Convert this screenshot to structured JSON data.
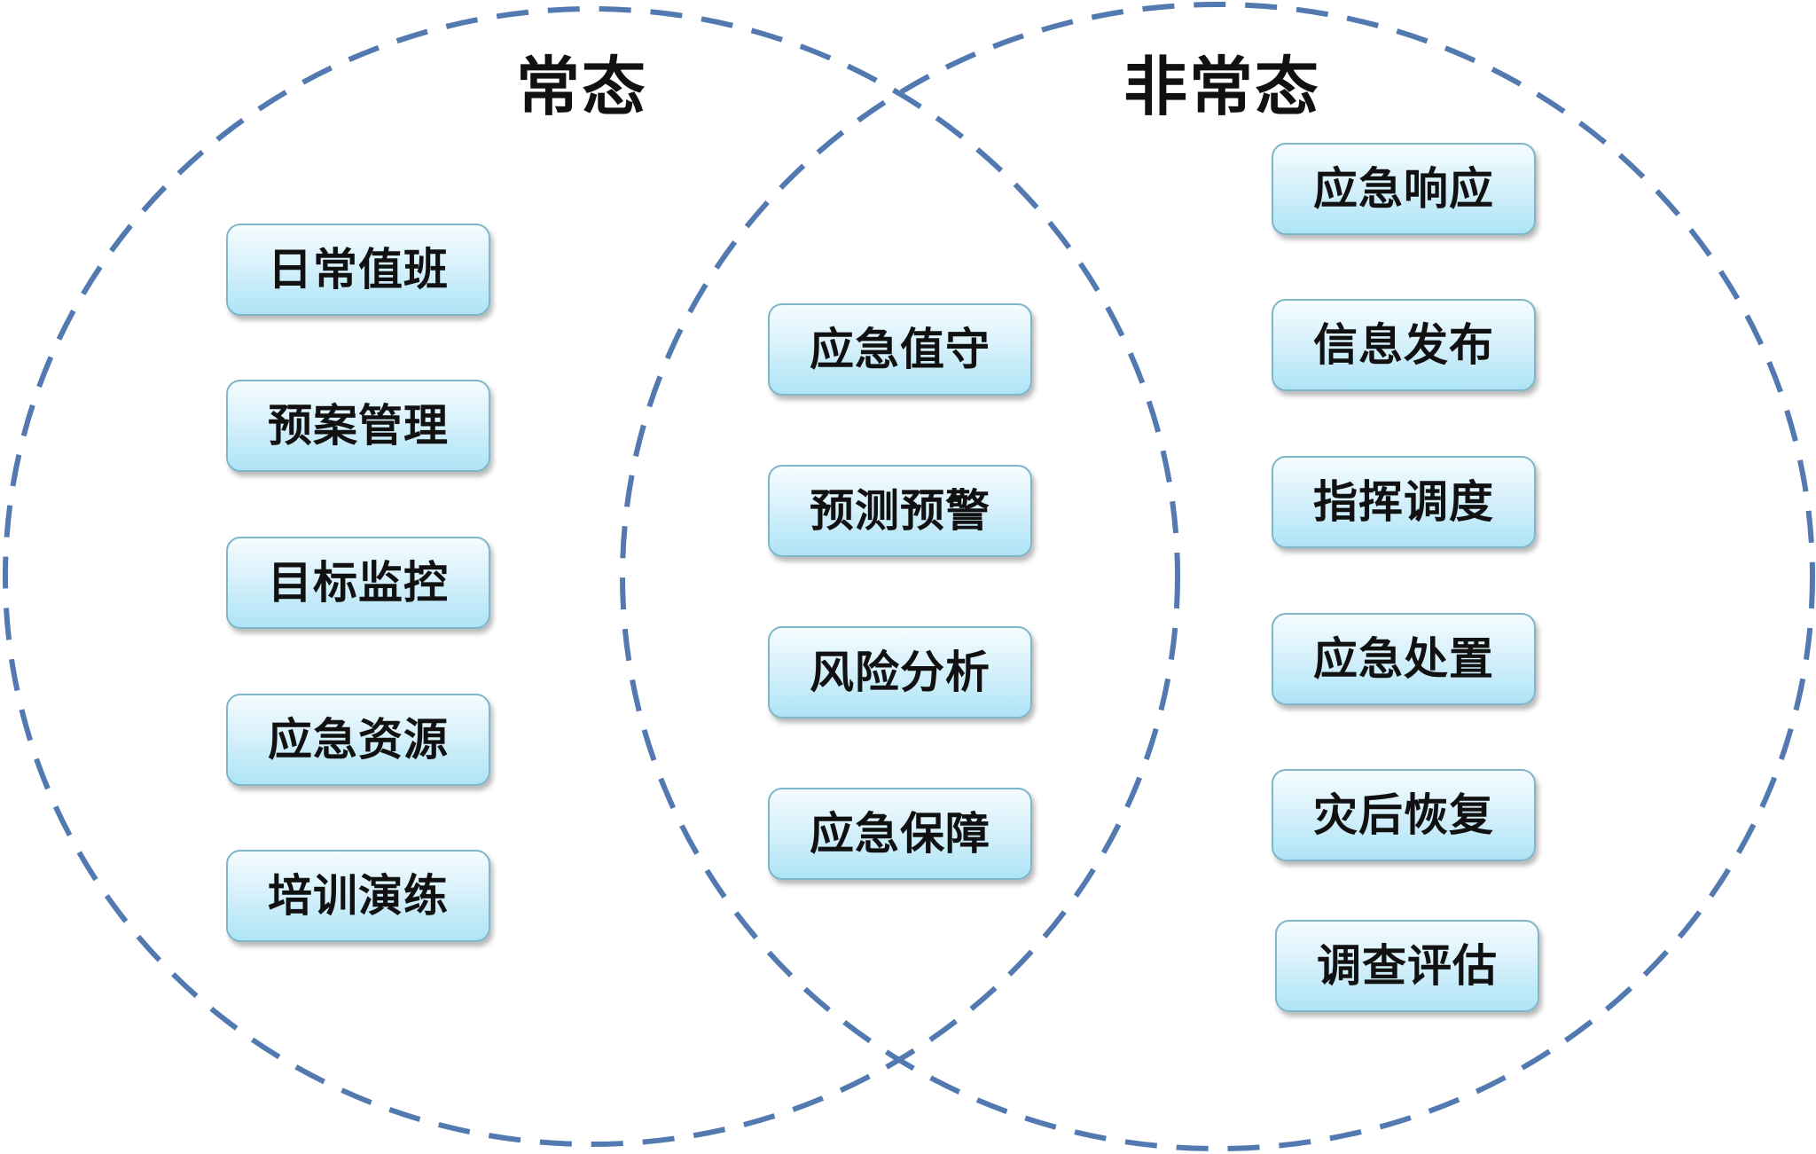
{
  "sets": {
    "left": {
      "title": "常态",
      "items": [
        "日常值班",
        "预案管理",
        "目标监控",
        "应急资源",
        "培训演练"
      ]
    },
    "overlap": {
      "items": [
        "应急值守",
        "预测预警",
        "风险分析",
        "应急保障"
      ]
    },
    "right": {
      "title": "非常态",
      "items": [
        "应急响应",
        "信息发布",
        "指挥调度",
        "应急处置",
        "灾后恢复",
        "调查评估"
      ]
    }
  },
  "colors": {
    "circle_stroke": "#5279b0",
    "box_border": "#7fb7c9",
    "box_fill_top": "#f5fcff",
    "box_fill_bottom": "#aee4f6",
    "text": "#111111"
  }
}
